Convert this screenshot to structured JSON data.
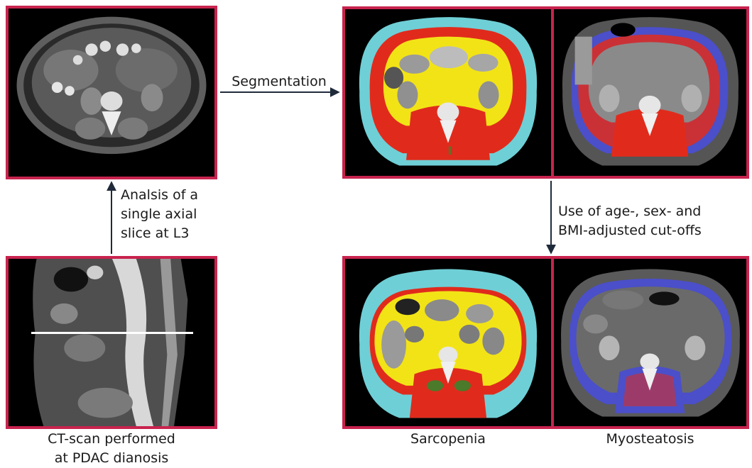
{
  "labels": {
    "segmentation": "Segmentation",
    "analysis": "Analsis of a\nsingle axial\nslice at L3",
    "cutoffs": "Use of age-, sex- and\nBMI-adjusted cut-offs",
    "ct_scan": "CT-scan performed\nat PDAC dianosis",
    "sarcopenia": "Sarcopenia",
    "myosteatosis": "Myosteatosis"
  },
  "colors": {
    "panel_border": "#c8234e",
    "muscle": "#e02b1c",
    "visceral_fat": "#f2e317",
    "subcutaneous_fat": "#6fcfd6",
    "intramuscular_fat": "#4a7a2a",
    "low_density_muscle": "#4b4fc9"
  }
}
